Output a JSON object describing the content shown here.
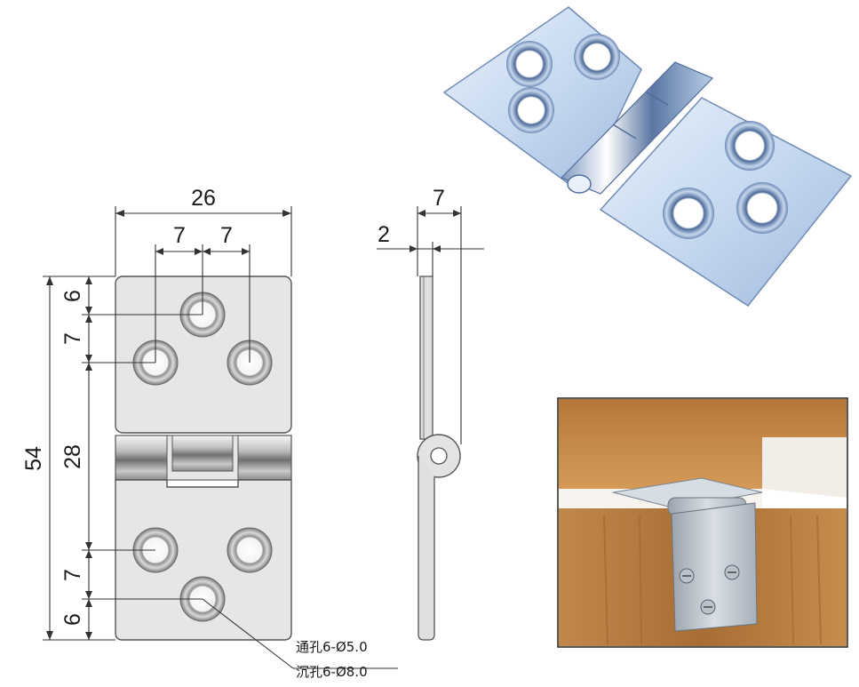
{
  "dimensions": {
    "top_width": "26",
    "top_hole_left": "7",
    "top_hole_right": "7",
    "left_top": "6",
    "left_second": "7",
    "left_middle": "28",
    "left_fourth": "7",
    "left_bottom": "6",
    "overall_height": "54",
    "side_total": "7",
    "side_thickness": "2"
  },
  "notes": {
    "through_hole": "通孔6-Ø5.0",
    "countersink": "沉孔6-Ø8.0"
  },
  "colors": {
    "plate": "#e6e6e6",
    "plate_edge": "#555555",
    "hinge_blue": "#c9dcf2",
    "wood": "#b4793c"
  }
}
